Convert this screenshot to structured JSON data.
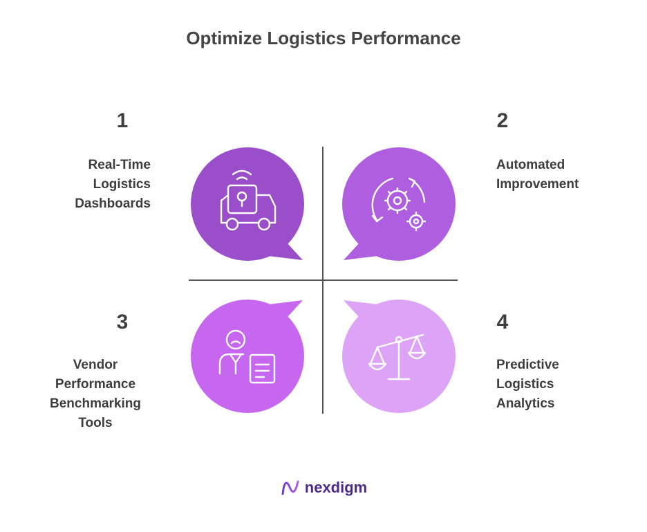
{
  "title": "Optimize Logistics Performance",
  "quadrants": [
    {
      "number": "1",
      "label": "Real-Time\nLogistics\nDashboards",
      "icon": "delivery-truck-location-icon",
      "color": "#9b4ec9"
    },
    {
      "number": "2",
      "label": "Automated\nImprovement",
      "icon": "gears-cycle-icon",
      "color": "#b05ee0"
    },
    {
      "number": "3",
      "label": "Vendor\nPerformance\nBenchmarking\nTools",
      "icon": "person-document-icon",
      "color": "#c767f0"
    },
    {
      "number": "4",
      "label": "Predictive\nLogistics\nAnalytics",
      "icon": "balance-scale-icon",
      "color": "#dda3f6"
    }
  ],
  "colors": {
    "divider": "#555555",
    "icon_stroke": "#ffffff"
  },
  "brand": {
    "name": "nexdigm",
    "logo_icon": "nexdigm-logo-icon"
  }
}
